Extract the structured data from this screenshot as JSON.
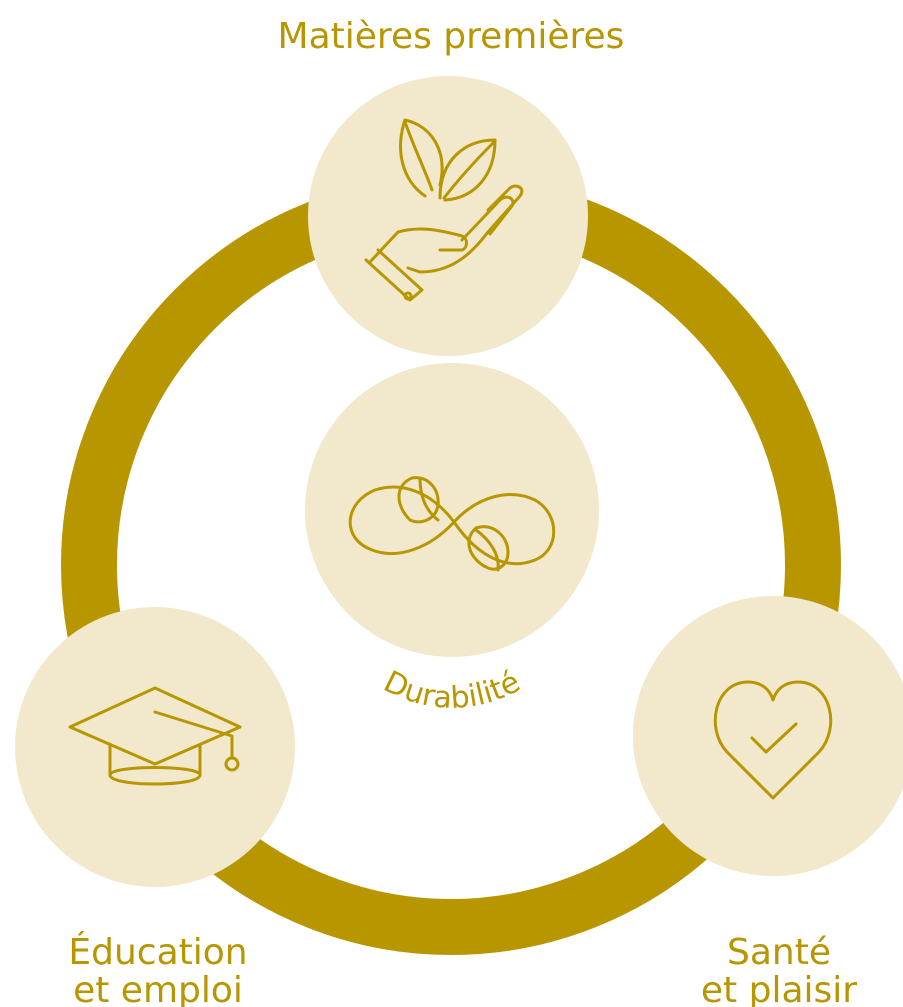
{
  "title": "Matières premières",
  "center": {
    "label": "Durabilité",
    "icon": "infinity-leaves-icon"
  },
  "nodes": [
    {
      "id": "top",
      "label_lines": [
        "Matières premières"
      ],
      "icon": "hand-leaves-icon"
    },
    {
      "id": "left",
      "label_lines": [
        "Éducation",
        "et emploi"
      ],
      "icon": "graduation-cap-icon"
    },
    {
      "id": "right",
      "label_lines": [
        "Santé",
        "et plaisir"
      ],
      "icon": "heart-check-icon"
    }
  ],
  "colors": {
    "ring": "#b89600",
    "node_fill": "#f2e8cc",
    "text": "#b89600"
  }
}
